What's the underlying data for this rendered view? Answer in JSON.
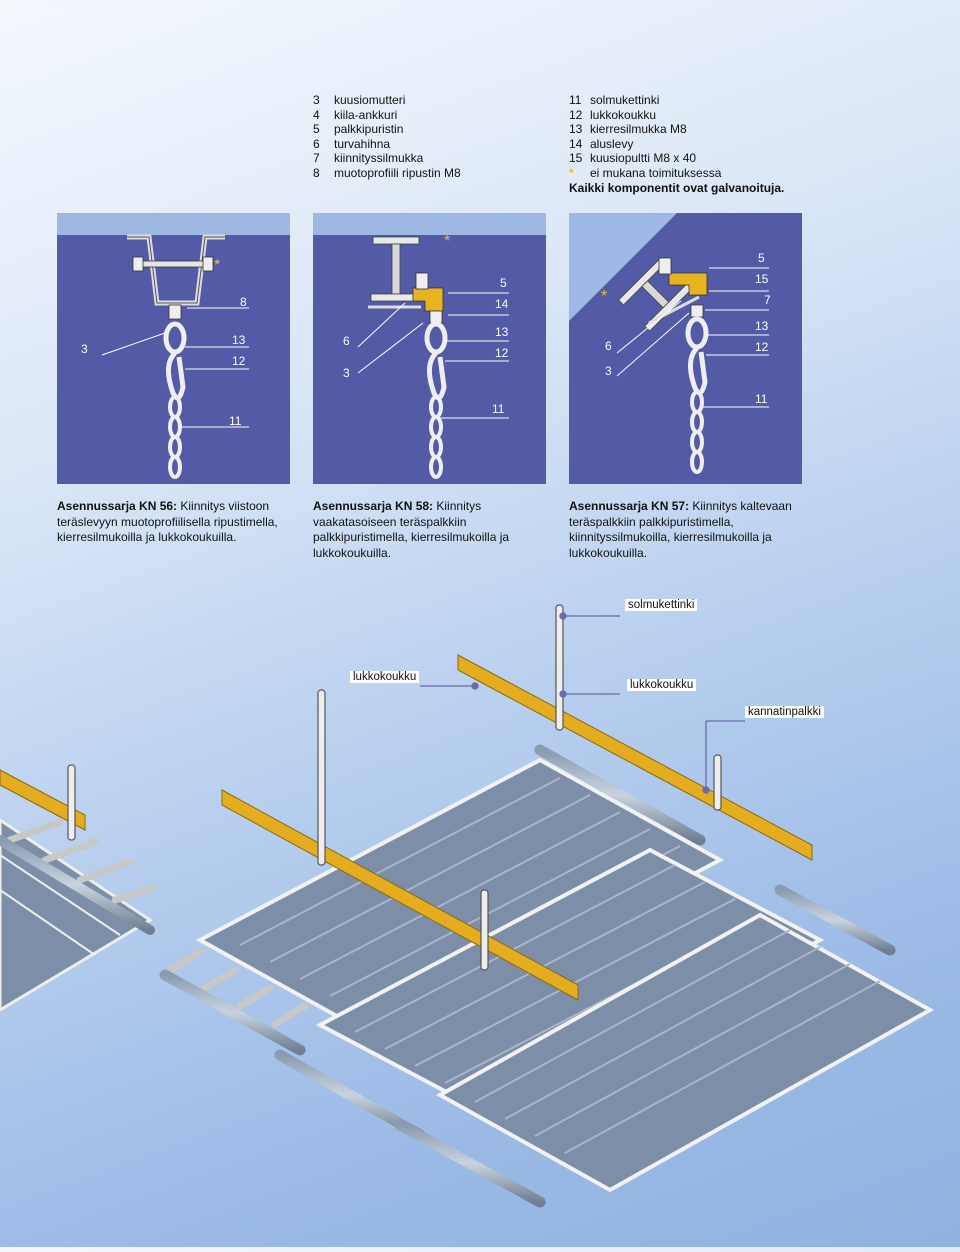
{
  "legend_left": [
    {
      "num": "3",
      "text": "kuusiomutteri"
    },
    {
      "num": "4",
      "text": "kiila-ankkuri"
    },
    {
      "num": "5",
      "text": "palkkipuristin"
    },
    {
      "num": "6",
      "text": "turvahihna"
    },
    {
      "num": "7",
      "text": "kiinnityssilmukka"
    },
    {
      "num": "8",
      "text": "muotoprofiili ripustin M8"
    }
  ],
  "legend_right": [
    {
      "num": "11",
      "text": "solmukettinki"
    },
    {
      "num": "12",
      "text": "lukkokoukku"
    },
    {
      "num": "13",
      "text": "kierresilmukka M8"
    },
    {
      "num": "14",
      "text": "aluslevy"
    },
    {
      "num": "15",
      "text": "kuusiopultti M8 x 40"
    },
    {
      "num": "*",
      "text": "ei mukana toimituksessa"
    }
  ],
  "legend_note": "Kaikki komponentit ovat galvanoituja.",
  "panels": [
    {
      "labels": {
        "star": "*",
        "n8": "8",
        "n3": "3",
        "n13": "13",
        "n12": "12",
        "n11": "11"
      }
    },
    {
      "labels": {
        "star": "*",
        "n5": "5",
        "n14": "14",
        "n6": "6",
        "n13": "13",
        "n12": "12",
        "n3": "3",
        "n11": "11"
      }
    },
    {
      "labels": {
        "n5": "5",
        "n15": "15",
        "n7": "7",
        "star": "*",
        "n13": "13",
        "n6": "6",
        "n12": "12",
        "n3": "3",
        "n11": "11"
      }
    }
  ],
  "captions": [
    {
      "title": "Asennussarja KN 56:",
      "text": " Kiinnitys viistoon teräslevyyn muotoprofiilisella ripustimella, kierresilmukoilla ja lukkokoukuilla."
    },
    {
      "title": "Asennussarja KN 58:",
      "text": " Kiinnitys vaakatasoiseen teräspalkkiin palkkipuristimella, kierresilmukoilla ja lukkokoukuilla."
    },
    {
      "title": "Asennussarja KN 57:",
      "text": " Kiinnitys kaltevaan teräspalkkiin palkkipuristimella, kiinnityssilmukoilla, kierresilmukoilla ja lukkokoukuilla."
    }
  ],
  "scene_labels": {
    "solmukettinki": "solmukettinki",
    "lukkokoukku_left": "lukkokoukku",
    "lukkokoukku_right": "lukkokoukku",
    "kannatinpalkki": "kannatinpalkki"
  },
  "colors": {
    "panel_bg": "#535aa6",
    "ceiling": "#9fb8e3",
    "bracket": "#e7b321",
    "beam": "#e4ad1f"
  }
}
